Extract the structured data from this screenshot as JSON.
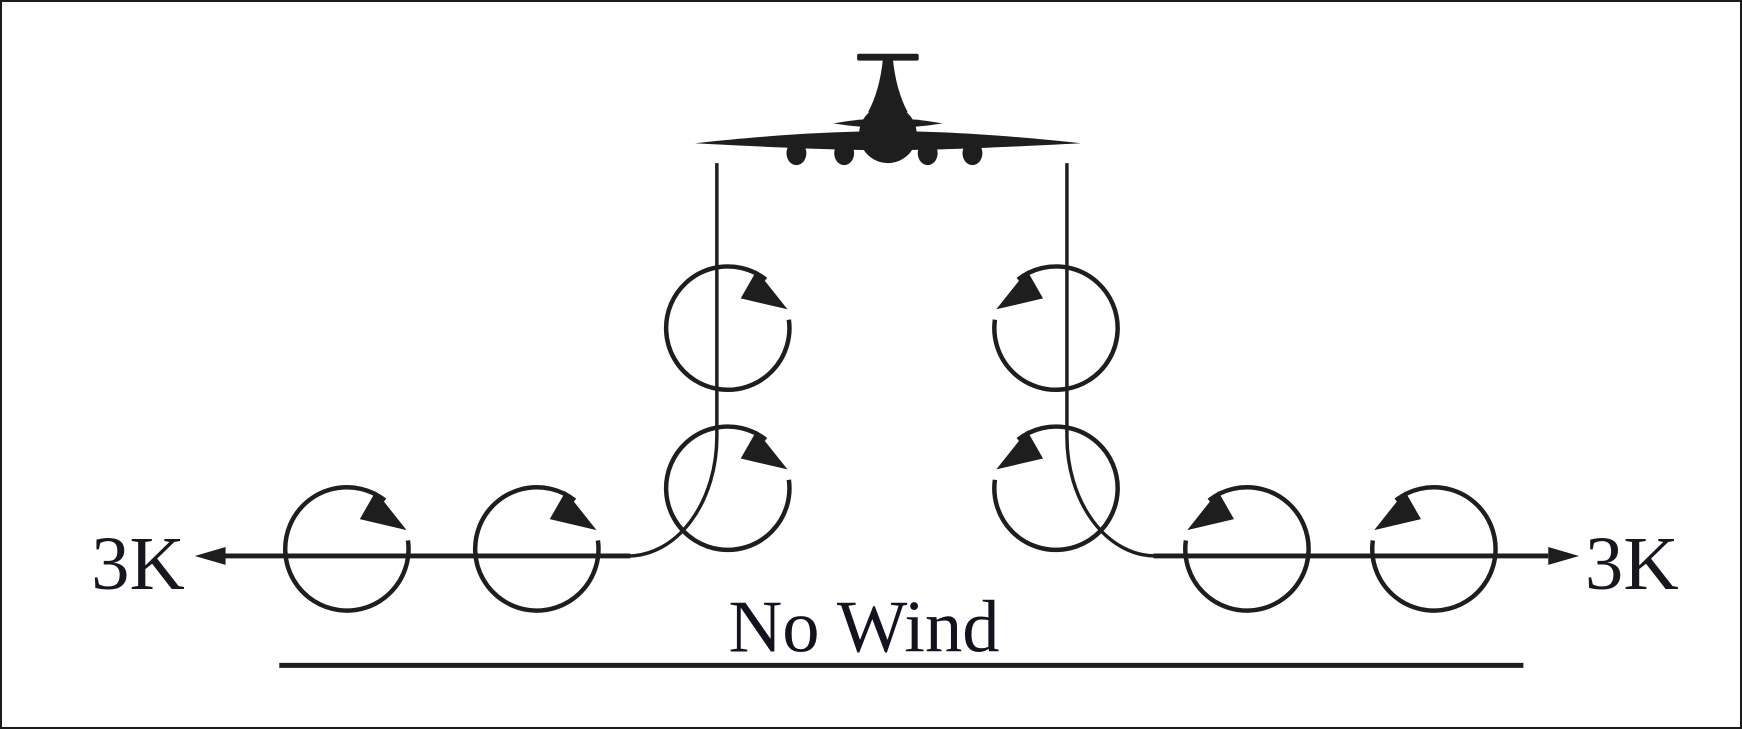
{
  "diagram": {
    "description": "Wake vortex behavior behind an aircraft in no-wind conditions",
    "wind_label": "No Wind",
    "left_arrow_label": "3K",
    "right_arrow_label": "3K",
    "aircraft": {
      "view": "front-silhouette",
      "engine_count": 4,
      "tail_type": "T-tail"
    },
    "vortices": {
      "left_trail_circle_count": 4,
      "right_trail_circle_count": 4,
      "left_rotation": "clockwise",
      "right_rotation": "counter-clockwise",
      "lateral_movement": "outward along ground at 3 knots each side"
    },
    "colors": {
      "ink": "#1e1e1e",
      "label_ink": "#15151f",
      "background": "#ffffff"
    }
  }
}
